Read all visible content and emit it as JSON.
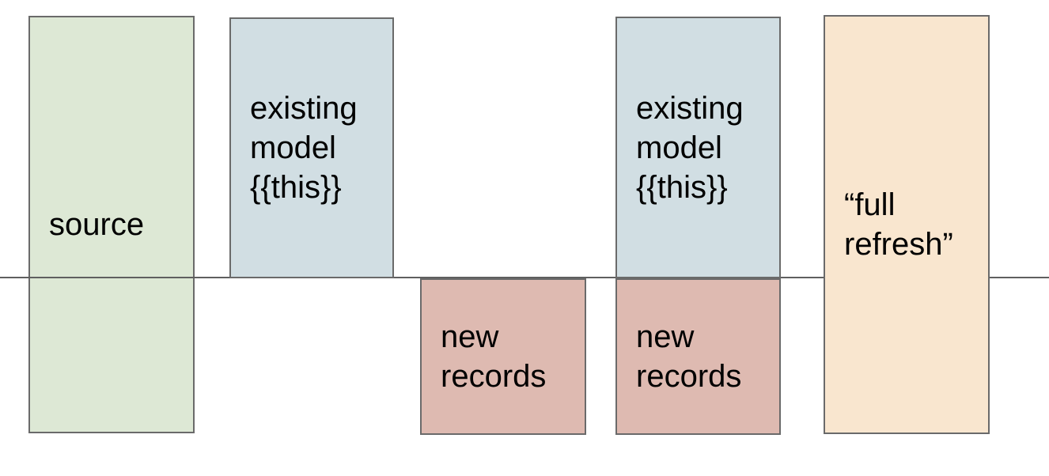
{
  "diagram": {
    "background": "#ffffff",
    "border_color": "#6a6a6a",
    "text_color": "#000000",
    "timeline_color": "#5f5f5f",
    "boxes": [
      {
        "label": "source",
        "fill": "#dde8d5"
      },
      {
        "label": "existing model {{this}}",
        "fill": "#d1dee3"
      },
      {
        "label": "new records",
        "fill": "#debab1"
      },
      {
        "label": "existing model {{this}}",
        "fill": "#d1dee3"
      },
      {
        "label": "new records",
        "fill": "#debab1"
      },
      {
        "label": "“full refresh”",
        "fill": "#f9e6cf"
      }
    ]
  }
}
